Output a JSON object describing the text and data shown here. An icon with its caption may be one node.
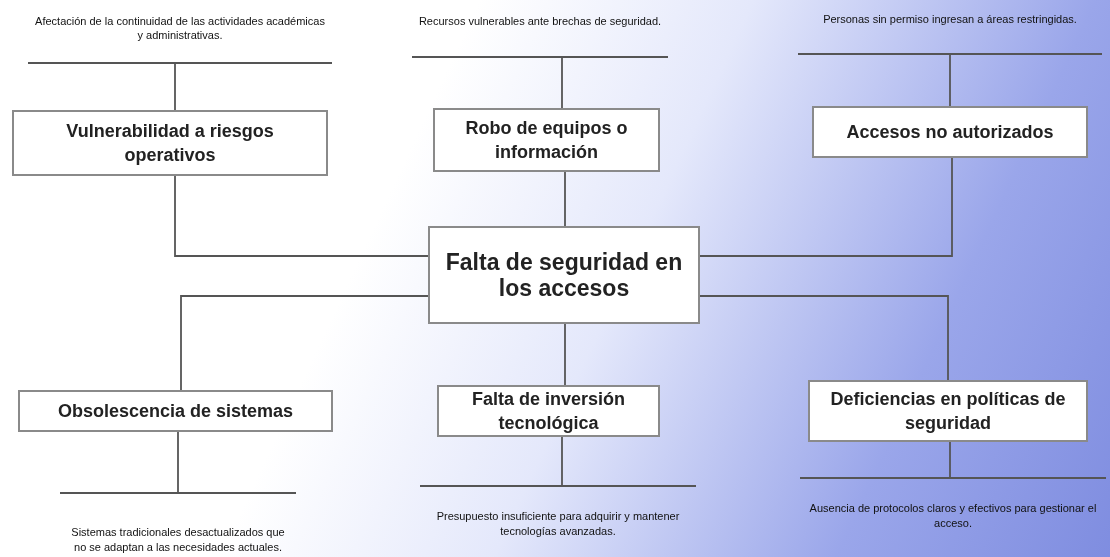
{
  "diagram": {
    "nodes": [
      {
        "text": [
          "Afectación de la continuidad de las actividades académicas y administrativas."
        ]
      },
      {
        "text": [
          "Recursos vulnerables ante brechas de seguridad."
        ]
      },
      {
        "text": [
          "Personas sin permiso ingresan a áreas restringidas."
        ]
      },
      {
        "text": [
          "Vulnerabilidad a riesgos operativos"
        ]
      },
      {
        "text": [
          "Robo de equipos o información"
        ]
      },
      {
        "text": [
          "Accesos no autorizados"
        ]
      },
      {
        "text": [
          "Falta de seguridad en los accesos"
        ]
      },
      {
        "text": [
          "Obsolescencia de sistemas"
        ]
      },
      {
        "text": [
          "Falta de inversión tecnológica"
        ]
      },
      {
        "text": [
          "Deficiencias en políticas de seguridad"
        ]
      },
      {
        "text": [
          "Sistemas tradicionales desactualizados que no se adaptan a las necesidades actuales."
        ]
      },
      {
        "text": [
          "Presupuesto insuficiente para adquirir y mantener tecnologías avanzadas."
        ]
      },
      {
        "text": [
          "Ausencia de protocolos claros y efectivos para gestionar el acceso."
        ]
      }
    ],
    "edges": [
      {
        "from": 3,
        "to": 0,
        "arrow": "none"
      },
      {
        "from": 4,
        "to": 1,
        "arrow": "none"
      },
      {
        "from": 5,
        "to": 2,
        "arrow": "none"
      },
      {
        "from": 6,
        "to": 3,
        "arrow": "none"
      },
      {
        "from": 6,
        "to": 4,
        "arrow": "none"
      },
      {
        "from": 6,
        "to": 5,
        "arrow": "none"
      },
      {
        "from": 6,
        "to": 7,
        "arrow": "none"
      },
      {
        "from": 6,
        "to": 8,
        "arrow": "none"
      },
      {
        "from": 6,
        "to": 9,
        "arrow": "none"
      },
      {
        "from": 7,
        "to": 10,
        "arrow": "none"
      },
      {
        "from": 8,
        "to": 11,
        "arrow": "none"
      },
      {
        "from": 9,
        "to": 12,
        "arrow": "none"
      }
    ]
  }
}
